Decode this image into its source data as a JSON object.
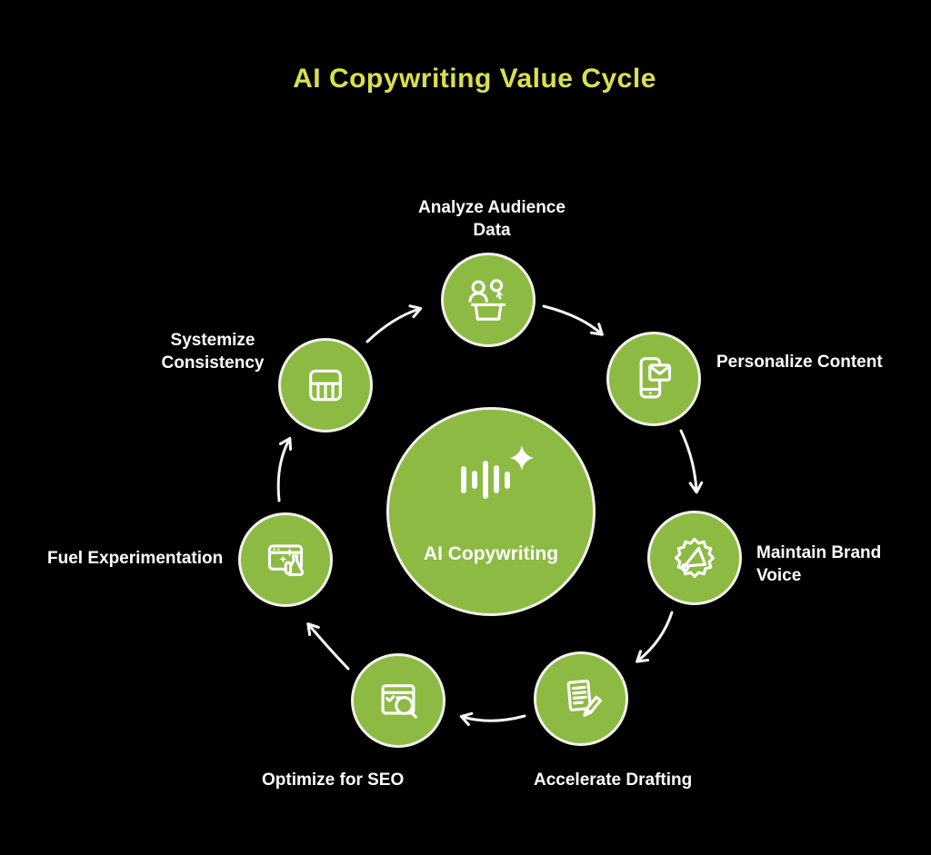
{
  "title": "AI Copywriting Value Cycle",
  "center": {
    "label": "AI Copywriting",
    "icon": "ai-sparkle-waveform-icon"
  },
  "nodes": [
    {
      "label": "Analyze Audience\nData",
      "icon": "audience-analysis-icon",
      "position": "top"
    },
    {
      "label": "Personalize Content",
      "icon": "phone-envelope-icon",
      "position": "top-right"
    },
    {
      "label": "Maintain Brand\nVoice",
      "icon": "megaphone-seal-icon",
      "position": "right"
    },
    {
      "label": "Accelerate Drafting",
      "icon": "document-pencil-icon",
      "position": "bottom-right"
    },
    {
      "label": "Optimize for SEO",
      "icon": "browser-magnifier-icon",
      "position": "bottom-left"
    },
    {
      "label": "Fuel Experimentation",
      "icon": "browser-flask-icon",
      "position": "left"
    },
    {
      "label": "Systemize\nConsistency",
      "icon": "wallet-compartments-icon",
      "position": "top-left"
    }
  ],
  "colors": {
    "background": "#000000",
    "node_green": "#8cba43",
    "ring": "#f2f1ea",
    "icon": "#ffffff",
    "arrow": "#f5f5f2",
    "label_text": "#fdfdfd",
    "title_text": "#d9e04e"
  }
}
